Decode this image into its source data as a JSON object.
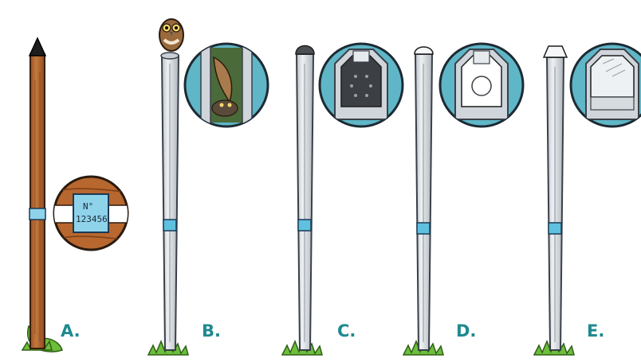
{
  "panels": [
    {
      "label": "A.",
      "pole_material": "wood",
      "detail_icon": "id-tag-icon"
    },
    {
      "label": "B.",
      "pole_material": "metal",
      "detail_icon": "owl-nest-icon"
    },
    {
      "label": "C.",
      "pole_material": "metal",
      "detail_icon": "vent-cap-icon"
    },
    {
      "label": "D.",
      "pole_material": "metal",
      "detail_icon": "open-cap-icon"
    },
    {
      "label": "E.",
      "pole_material": "metal",
      "detail_icon": "sealed-cap-icon"
    }
  ],
  "tag": {
    "line1": "N°",
    "line2": "123456"
  },
  "colors": {
    "label": "#1f8a8f",
    "wood": "#b8672f",
    "metal": "#d8dde2",
    "circle": "#5fb6c6",
    "tag": "#8fd3ea",
    "grass": "#6cbf3a"
  }
}
